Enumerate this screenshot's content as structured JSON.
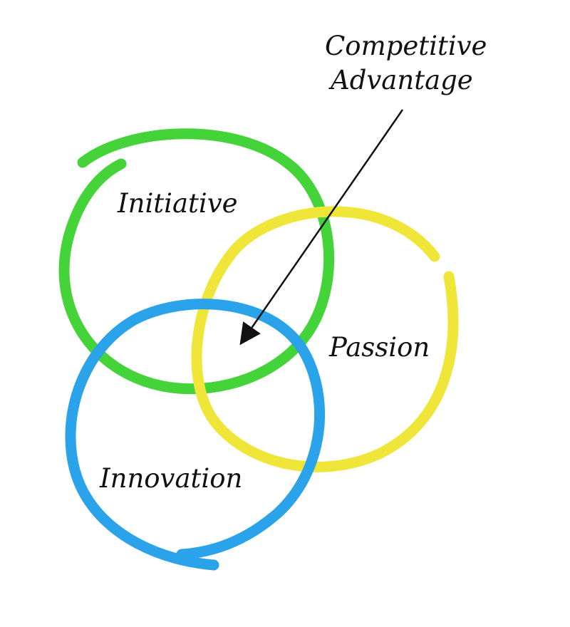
{
  "diagram": {
    "headline": {
      "line1": "Competitive",
      "line2": "Advantage"
    },
    "circles": [
      {
        "id": "initiative",
        "label": "Initiative",
        "color": "#45d33a"
      },
      {
        "id": "passion",
        "label": "Passion",
        "color": "#f0e63a"
      },
      {
        "id": "innovation",
        "label": "Innovation",
        "color": "#2aa3ea"
      }
    ],
    "arrow_color": "#111111"
  }
}
